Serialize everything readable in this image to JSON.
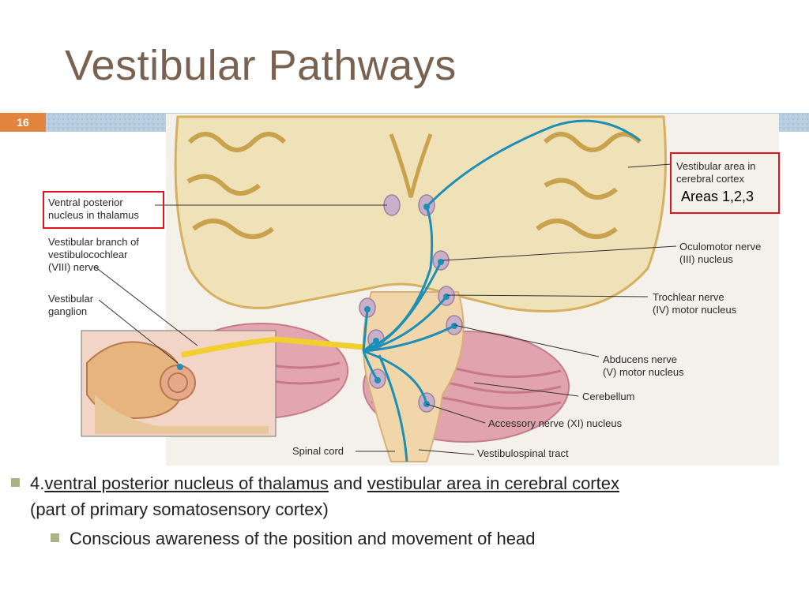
{
  "slide": {
    "title": "Vestibular Pathways",
    "number": "16"
  },
  "labels": {
    "vpn": "Ventral posterior\nnucleus in thalamus",
    "vestibular_branch": "Vestibular branch of\nvestibulocochlear\n(VIII) nerve",
    "vestibular_ganglion": "Vestibular\nganglion",
    "vestibular_area": "Vestibular area in\ncerebral cortex",
    "areas": "Areas 1,2,3",
    "oculomotor": "Oculomotor nerve\n(III) nucleus",
    "trochlear": "Trochlear nerve\n(IV) motor nucleus",
    "abducens": "Abducens nerve\n(V) motor nucleus",
    "cerebellum": "Cerebellum",
    "accessory": "Accessory nerve (XI) nucleus",
    "spinal_cord": "Spinal cord",
    "vestibulospinal": "Vestibulospinal tract"
  },
  "bullets": {
    "b1_prefix": "4.",
    "b1_u1": "ventral posterior nucleus of thalamus",
    "b1_mid": " and ",
    "b1_u2": "vestibular area in cerebral cortex",
    "b1_line2": "(part of primary somatosensory cortex)",
    "b2": "Conscious awareness of the position and movement of head"
  },
  "colors": {
    "title": "#7a6251",
    "accent_orange": "#e2853f",
    "band_blue": "#b9cde0",
    "highlight_red": "#e0141f",
    "pathway_blue": "#1b8fb5",
    "bullet": "#a9b486"
  }
}
